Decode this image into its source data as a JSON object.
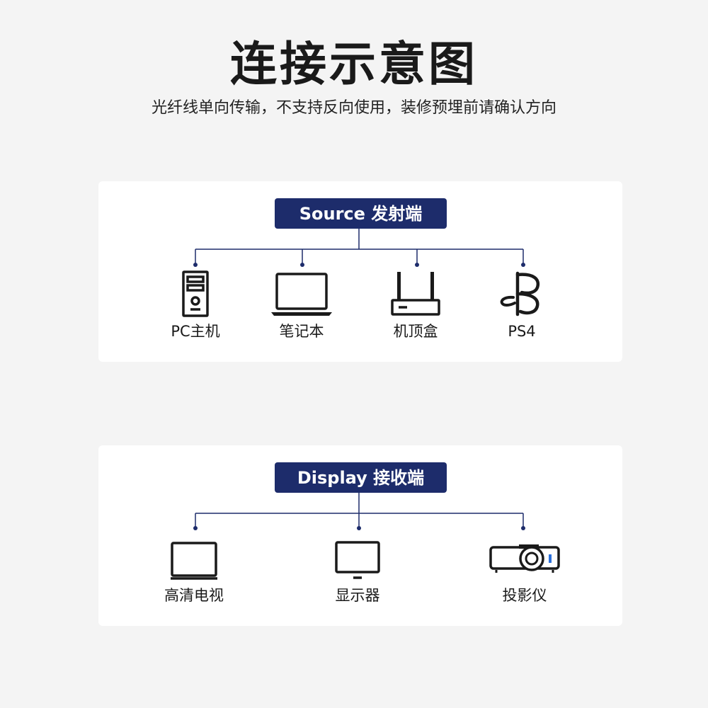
{
  "title": "连接示意图",
  "subtitle": "光纤线单向传输，不支持反向使用，装修预埋前请确认方向",
  "source": {
    "badge": "Source 发射端",
    "devices": [
      {
        "label": "PC主机",
        "icon": "pc-tower-icon"
      },
      {
        "label": "笔记本",
        "icon": "laptop-icon"
      },
      {
        "label": "机顶盒",
        "icon": "set-top-box-icon"
      },
      {
        "label": "PS4",
        "icon": "playstation-icon"
      }
    ]
  },
  "display": {
    "badge": "Display 接收端",
    "devices": [
      {
        "label": "高清电视",
        "icon": "tv-icon"
      },
      {
        "label": "显示器",
        "icon": "monitor-icon"
      },
      {
        "label": "投影仪",
        "icon": "projector-icon"
      }
    ]
  },
  "colors": {
    "badge": "#1d2c6b",
    "connector": "#1d2c6b",
    "panel": "#ffffff",
    "background": "#f4f4f4"
  }
}
